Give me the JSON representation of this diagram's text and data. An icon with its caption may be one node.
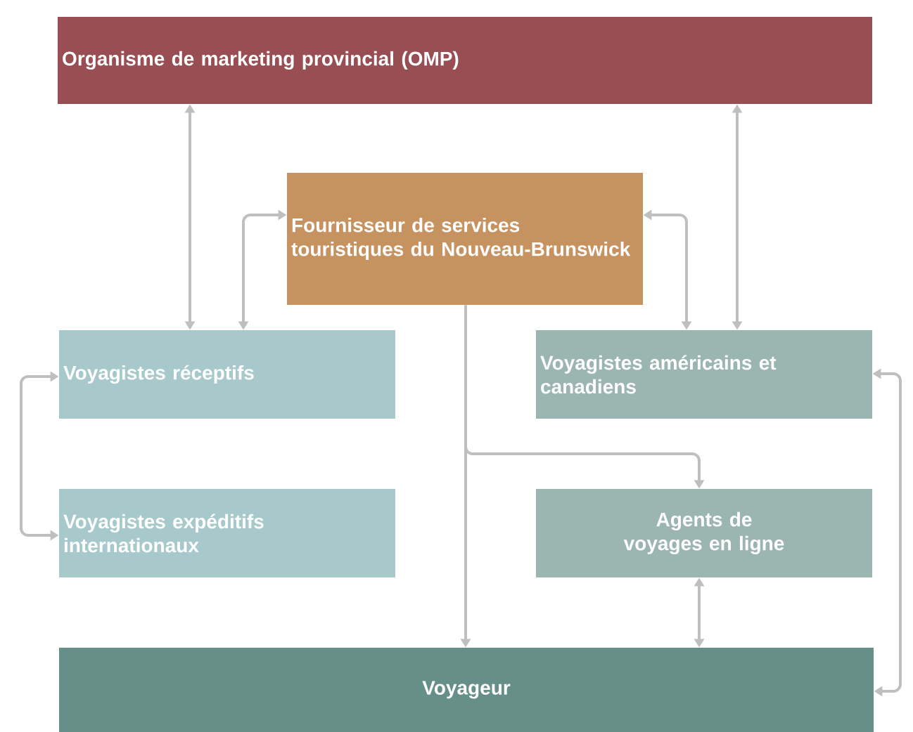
{
  "diagram": {
    "nodes": [
      {
        "text": [
          "Organisme de marketing provincial (OMP)"
        ]
      },
      {
        "text": [
          "Fournisseur de services touristiques du Nouveau-Brunswick"
        ]
      },
      {
        "text": [
          "Voyagistes réceptifs"
        ]
      },
      {
        "text": [
          "Voyagistes américains et canadiens"
        ]
      },
      {
        "text": [
          "Voyagistes expéditifs internationaux"
        ]
      },
      {
        "text": [
          "Agents de voyages en ligne"
        ]
      },
      {
        "text": [
          "Voyageur"
        ]
      }
    ],
    "edges": [
      {
        "from": 0,
        "to": 2,
        "arrow": "both"
      },
      {
        "from": 0,
        "to": 3,
        "arrow": "both"
      },
      {
        "from": 1,
        "to": 2,
        "arrow": "both"
      },
      {
        "from": 1,
        "to": 3,
        "arrow": "both"
      },
      {
        "from": 1,
        "to": 6,
        "arrow": "to"
      },
      {
        "from": 1,
        "to": 5,
        "arrow": "to"
      },
      {
        "from": 2,
        "to": 4,
        "arrow": "both"
      },
      {
        "from": 5,
        "to": 6,
        "arrow": "both"
      },
      {
        "from": 3,
        "to": 6,
        "arrow": "both"
      }
    ]
  }
}
